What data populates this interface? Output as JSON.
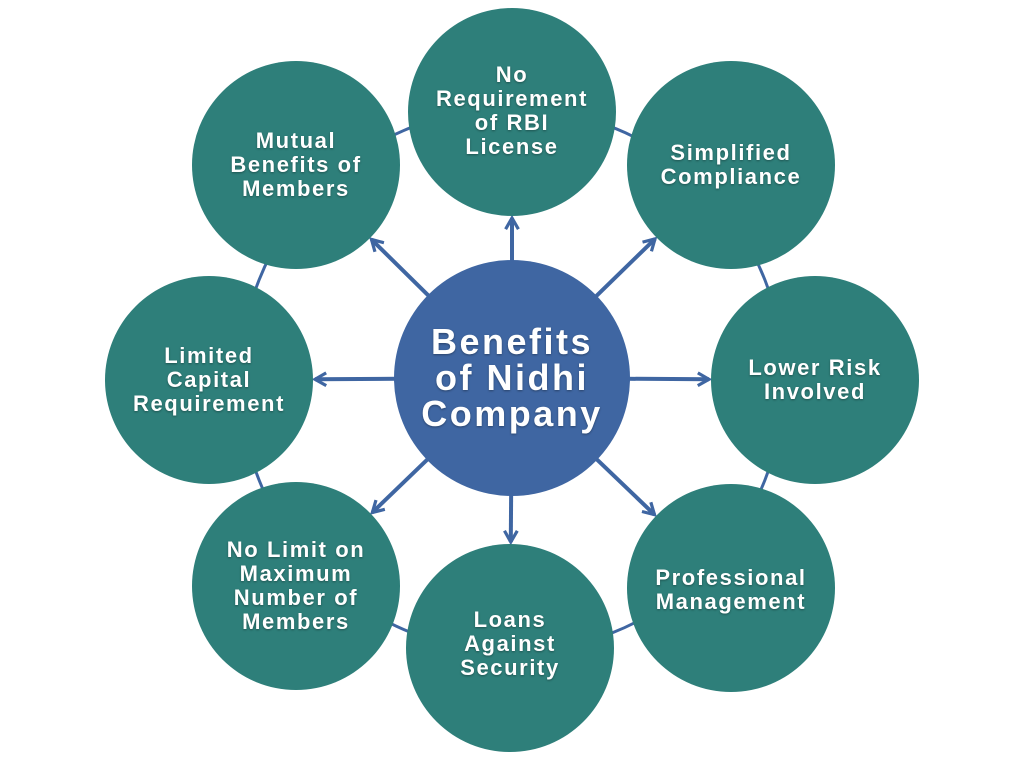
{
  "center": {
    "label": "Benefits\nof Nidhi\nCompany"
  },
  "benefits": [
    {
      "label": "No\nRequirement\nof RBI\nLicense"
    },
    {
      "label": "Simplified\nCompliance"
    },
    {
      "label": "Lower Risk\nInvolved"
    },
    {
      "label": "Professional\nManagement"
    },
    {
      "label": "Loans\nAgainst\nSecurity"
    },
    {
      "label": "No Limit on\nMaximum\nNumber of\nMembers"
    },
    {
      "label": "Limited\nCapital\nRequirement"
    },
    {
      "label": "Mutual\nBenefits of\nMembers"
    }
  ],
  "colors": {
    "node": "#2e7f7a",
    "center": "#3f66a2",
    "connector": "#3f66a2"
  }
}
